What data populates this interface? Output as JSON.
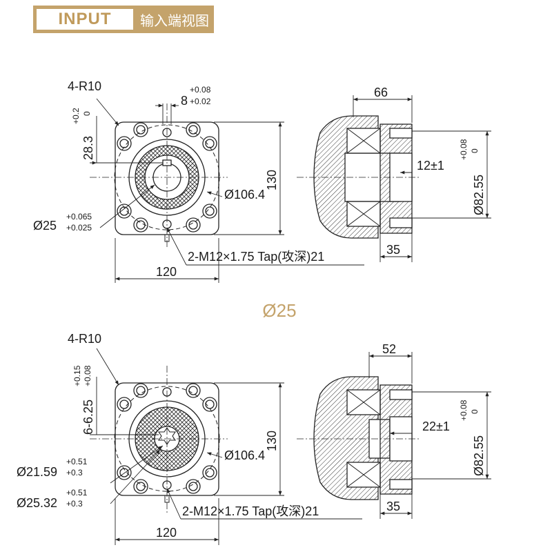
{
  "header": {
    "label": "INPUT",
    "subtitle": "输入端视图"
  },
  "section_label": "Ø25",
  "accent_color": "#c4a36b",
  "top": {
    "corner_radius": "4-R10",
    "keyway_width": "8",
    "keyway_tol_upper": "+0.08",
    "keyway_tol_lower": "+0.02",
    "keyway_depth": "28.3",
    "keyway_depth_tol_upper": "+0.2",
    "keyway_depth_tol_lower": "0",
    "height": "130",
    "pcd": "Ø106.4",
    "bore": "Ø25",
    "bore_tol_upper": "+0.065",
    "bore_tol_lower": "+0.025",
    "tap": "2-M12×1.75 Tap(攻深)21",
    "width": "120",
    "side_length": "66",
    "shaft_depth": "12±1",
    "spigot": "Ø82.55",
    "spigot_tol_upper": "+0.08",
    "spigot_tol_lower": "0",
    "flange_thickness": "35"
  },
  "bottom": {
    "corner_radius": "4-R10",
    "spline": "6-6.25",
    "spline_tol_upper": "+0.15",
    "spline_tol_lower": "+0.08",
    "height": "130",
    "pcd": "Ø106.4",
    "minor_dia": "Ø21.59",
    "minor_tol_upper": "+0.51",
    "minor_tol_lower": "+0.3",
    "major_dia": "Ø25.32",
    "major_tol_upper": "+0.51",
    "major_tol_lower": "+0.3",
    "tap": "2-M12×1.75 Tap(攻深)21",
    "width": "120",
    "side_length": "52",
    "shaft_depth": "22±1",
    "spigot": "Ø82.55",
    "spigot_tol_upper": "+0.08",
    "spigot_tol_lower": "0",
    "flange_thickness": "35"
  }
}
